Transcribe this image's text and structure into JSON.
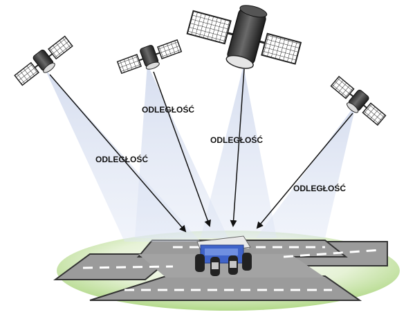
{
  "labels": {
    "distance_1": "ODLEGŁOŚĆ",
    "distance_2": "ODLEGŁOŚĆ",
    "distance_3": "ODLEGŁOŚĆ",
    "distance_4": "ODLEGŁOŚĆ"
  },
  "satellites": [
    {
      "name": "satellite-1"
    },
    {
      "name": "satellite-2"
    },
    {
      "name": "satellite-3"
    },
    {
      "name": "satellite-4"
    }
  ],
  "receiver": {
    "name": "rover"
  },
  "colors": {
    "grass": "#a8d47a",
    "road": "#9b9b9b",
    "beam": "#c9d3ea",
    "rover_body": "#3f63c9",
    "arrow": "#111111"
  }
}
